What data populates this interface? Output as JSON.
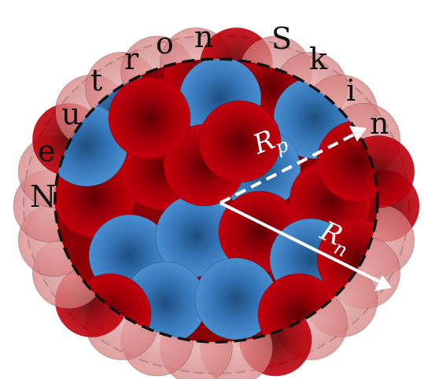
{
  "title_arc": {
    "letters": [
      "N",
      "e",
      "u",
      "t",
      "r",
      "o",
      "n",
      "S",
      "k",
      "i",
      "n"
    ]
  },
  "labels": {
    "proton_radius": {
      "main": "R",
      "sub": "p"
    },
    "neutron_radius": {
      "main": "R",
      "sub": "n"
    }
  },
  "colors": {
    "proton_red": "#b8000a",
    "proton_red_dark": "#6e0005",
    "neutron_blue": "#3a7fc4",
    "neutron_blue_dark": "#1f4f80",
    "skin_pink": "#d98a8a",
    "skin_gray": "#e6e6e6",
    "arrow_white": "#ffffff",
    "dashed_outline": "#111111"
  },
  "icons": {
    "proton_radius_arrow": "dashed-arrow-icon",
    "neutron_radius_arrow": "solid-arrow-icon"
  }
}
